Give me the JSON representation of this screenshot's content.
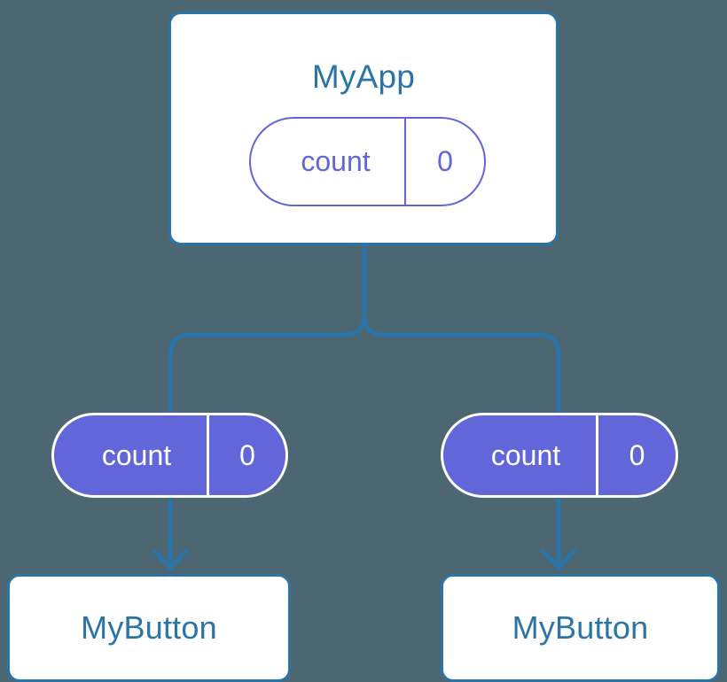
{
  "diagram": {
    "background_color": "#4c6672",
    "accent_blue": "#2b74a8",
    "accent_purple": "#6366d8",
    "root": {
      "title": "MyApp",
      "state": {
        "key": "count",
        "value": "0"
      }
    },
    "props": [
      {
        "key": "count",
        "value": "0"
      },
      {
        "key": "count",
        "value": "0"
      }
    ],
    "children": [
      {
        "title": "MyButton"
      },
      {
        "title": "MyButton"
      }
    ]
  }
}
